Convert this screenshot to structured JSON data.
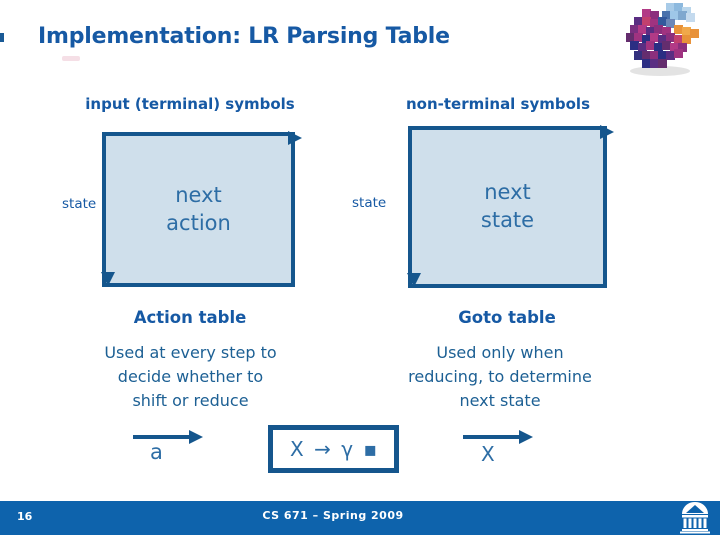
{
  "title": "Implementation: LR Parsing Table",
  "columns": {
    "left": {
      "header": "input (terminal) symbols",
      "state_label": "state",
      "box_line1": "next",
      "box_line2": "action",
      "table_name": "Action table",
      "description_lines": [
        "Used at every step to",
        "decide whether to",
        "shift or reduce"
      ],
      "arrow_label": "a"
    },
    "right": {
      "header": "non-terminal symbols",
      "state_label": "state",
      "box_line1": "next",
      "box_line2": "state",
      "table_name": "Goto table",
      "description_lines": [
        "Used only when",
        "reducing, to determine",
        "next state"
      ],
      "arrow_label": "X"
    }
  },
  "production": "X → γ ▪",
  "footer": {
    "page_number": "16",
    "course": "CS 671 – Spring 2009"
  },
  "icons": {
    "logo": "pixel-cubes-logo",
    "building": "rotunda-icon",
    "arrows": [
      "arrowhead-right-icon",
      "arrowhead-down-icon"
    ]
  },
  "colors": {
    "accent_blue": "#1659a4",
    "border_blue": "#15568d",
    "box_fill": "#cfdfeb",
    "inner_text_blue": "#2d6da5",
    "footer_bar": "#0e63ac",
    "footer_text": "#ffffff"
  }
}
